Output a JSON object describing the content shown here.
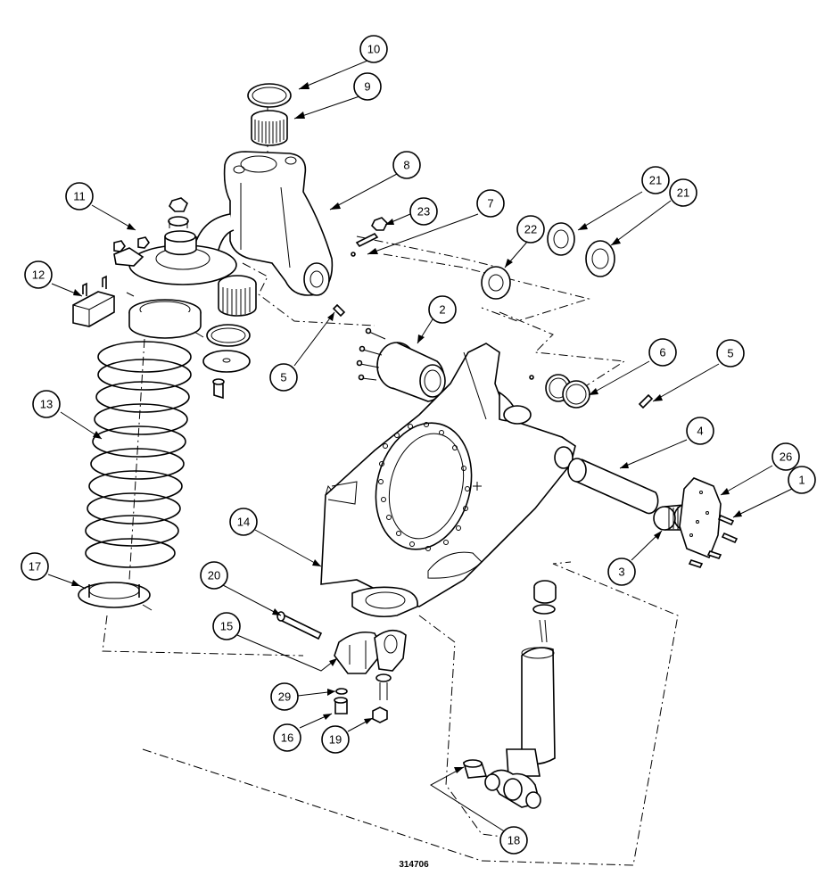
{
  "figure_number": "314706",
  "callouts": [
    "10",
    "9",
    "8",
    "11",
    "23",
    "7",
    "21",
    "21",
    "22",
    "12",
    "2",
    "6",
    "5",
    "5",
    "13",
    "4",
    "26",
    "1",
    "14",
    "3",
    "17",
    "20",
    "15",
    "29",
    "16",
    "19",
    "18"
  ]
}
